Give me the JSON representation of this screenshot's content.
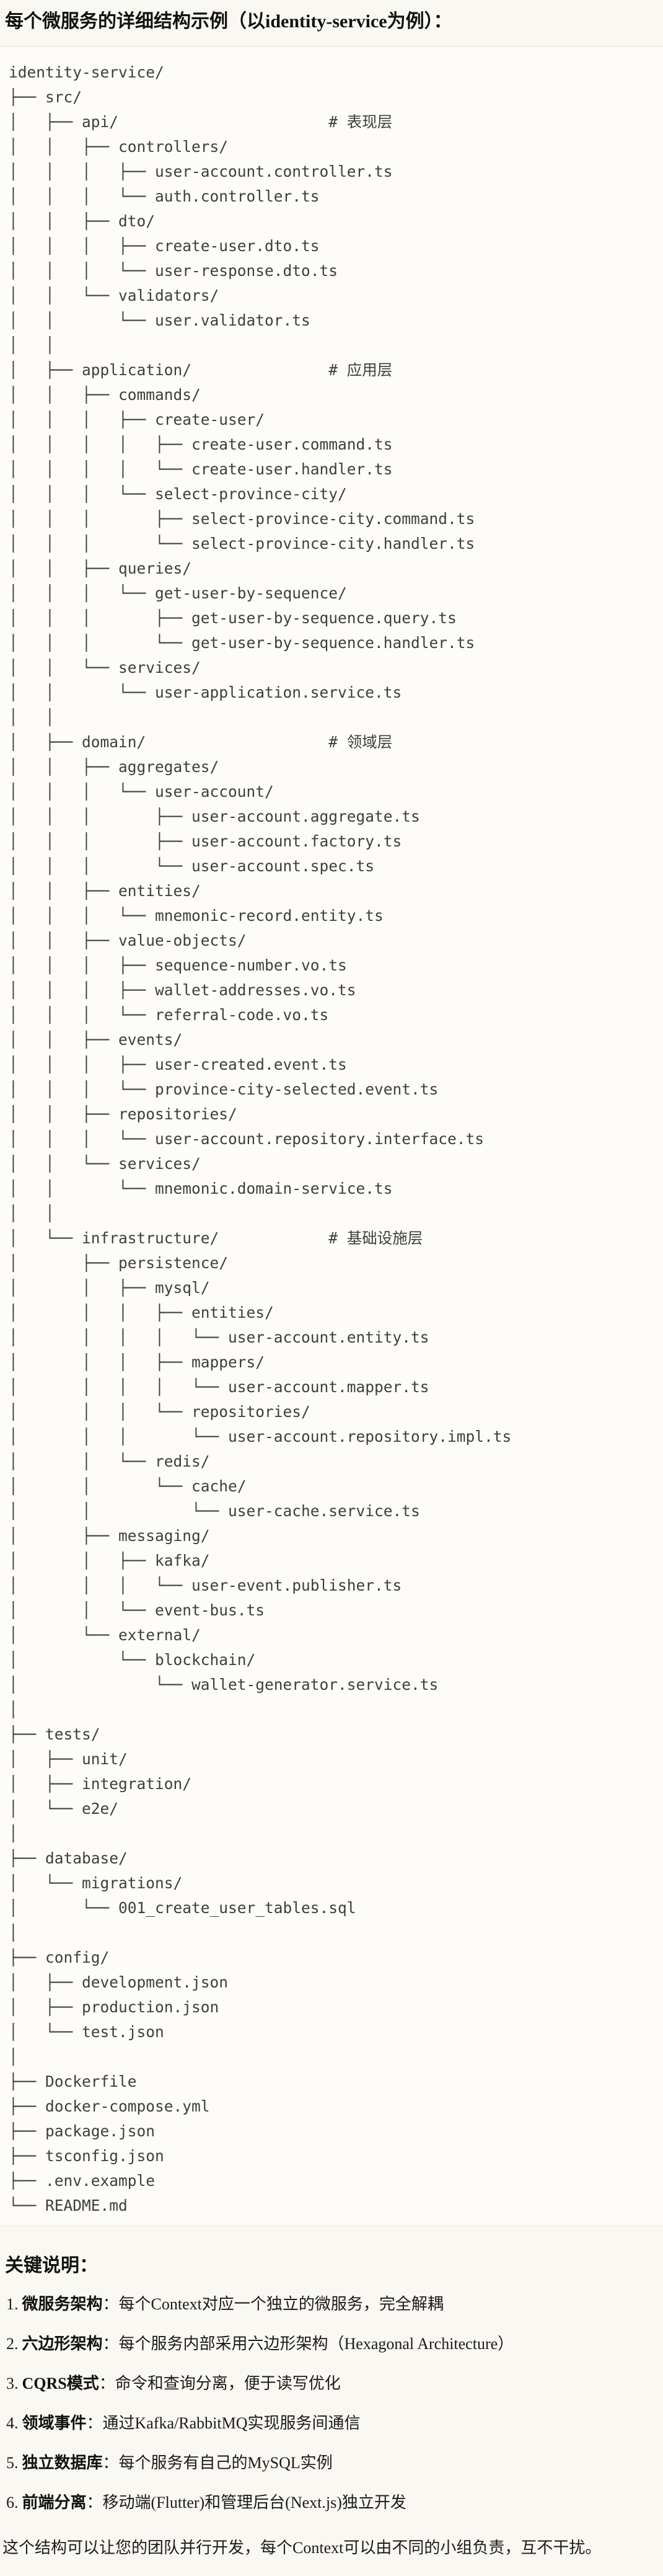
{
  "page": {
    "title": "每个微服务的详细结构示例（以identity-service为例）：",
    "notes_heading": "关键说明：",
    "closing_note": "这个结构可以让您的团队并行开发，每个Context可以由不同的小组负责，互不干扰。"
  },
  "file_tree": {
    "language": "text",
    "lines": [
      "identity-service/",
      "├── src/",
      "│   ├── api/                       # 表现层",
      "│   │   ├── controllers/",
      "│   │   │   ├── user-account.controller.ts",
      "│   │   │   └── auth.controller.ts",
      "│   │   ├── dto/",
      "│   │   │   ├── create-user.dto.ts",
      "│   │   │   └── user-response.dto.ts",
      "│   │   └── validators/",
      "│   │       └── user.validator.ts",
      "│   │",
      "│   ├── application/               # 应用层",
      "│   │   ├── commands/",
      "│   │   │   ├── create-user/",
      "│   │   │   │   ├── create-user.command.ts",
      "│   │   │   │   └── create-user.handler.ts",
      "│   │   │   └── select-province-city/",
      "│   │   │       ├── select-province-city.command.ts",
      "│   │   │       └── select-province-city.handler.ts",
      "│   │   ├── queries/",
      "│   │   │   └── get-user-by-sequence/",
      "│   │   │       ├── get-user-by-sequence.query.ts",
      "│   │   │       └── get-user-by-sequence.handler.ts",
      "│   │   └── services/",
      "│   │       └── user-application.service.ts",
      "│   │",
      "│   ├── domain/                    # 领域层",
      "│   │   ├── aggregates/",
      "│   │   │   └── user-account/",
      "│   │   │       ├── user-account.aggregate.ts",
      "│   │   │       ├── user-account.factory.ts",
      "│   │   │       └── user-account.spec.ts",
      "│   │   ├── entities/",
      "│   │   │   └── mnemonic-record.entity.ts",
      "│   │   ├── value-objects/",
      "│   │   │   ├── sequence-number.vo.ts",
      "│   │   │   ├── wallet-addresses.vo.ts",
      "│   │   │   └── referral-code.vo.ts",
      "│   │   ├── events/",
      "│   │   │   ├── user-created.event.ts",
      "│   │   │   └── province-city-selected.event.ts",
      "│   │   ├── repositories/",
      "│   │   │   └── user-account.repository.interface.ts",
      "│   │   └── services/",
      "│   │       └── mnemonic.domain-service.ts",
      "│   │",
      "│   └── infrastructure/            # 基础设施层",
      "│       ├── persistence/",
      "│       │   ├── mysql/",
      "│       │   │   ├── entities/",
      "│       │   │   │   └── user-account.entity.ts",
      "│       │   │   ├── mappers/",
      "│       │   │   │   └── user-account.mapper.ts",
      "│       │   │   └── repositories/",
      "│       │   │       └── user-account.repository.impl.ts",
      "│       │   └── redis/",
      "│       │       └── cache/",
      "│       │           └── user-cache.service.ts",
      "│       ├── messaging/",
      "│       │   ├── kafka/",
      "│       │   │   └── user-event.publisher.ts",
      "│       │   └── event-bus.ts",
      "│       └── external/",
      "│           └── blockchain/",
      "│               └── wallet-generator.service.ts",
      "│",
      "├── tests/",
      "│   ├── unit/",
      "│   ├── integration/",
      "│   └── e2e/",
      "│",
      "├── database/",
      "│   └── migrations/",
      "│       └── 001_create_user_tables.sql",
      "│",
      "├── config/",
      "│   ├── development.json",
      "│   ├── production.json",
      "│   └── test.json",
      "│",
      "├── Dockerfile",
      "├── docker-compose.yml",
      "├── package.json",
      "├── tsconfig.json",
      "├── .env.example",
      "└── README.md"
    ]
  },
  "notes": {
    "items": [
      {
        "num": "1.",
        "label": "微服务架构",
        "sep": "：",
        "desc": "每个Context对应一个独立的微服务，完全解耦"
      },
      {
        "num": "2.",
        "label": "六边形架构",
        "sep": "：",
        "desc": "每个服务内部采用六边形架构（Hexagonal Architecture）"
      },
      {
        "num": "3.",
        "label": "CQRS模式",
        "sep": "：",
        "desc": "命令和查询分离，便于读写优化"
      },
      {
        "num": "4.",
        "label": "领域事件",
        "sep": "：",
        "desc": "通过Kafka/RabbitMQ实现服务间通信"
      },
      {
        "num": "5.",
        "label": "独立数据库",
        "sep": "：",
        "desc": "每个服务有自己的MySQL实例"
      },
      {
        "num": "6.",
        "label": "前端分离",
        "sep": "：",
        "desc": "移动端(Flutter)和管理后台(Next.js)独立开发"
      }
    ]
  },
  "colors": {
    "page_background": "#faf8f3",
    "code_background": "#fdfcf9",
    "code_border": "#e8e5dc",
    "code_text": "#3e3e3a",
    "heading_text": "#111110"
  }
}
